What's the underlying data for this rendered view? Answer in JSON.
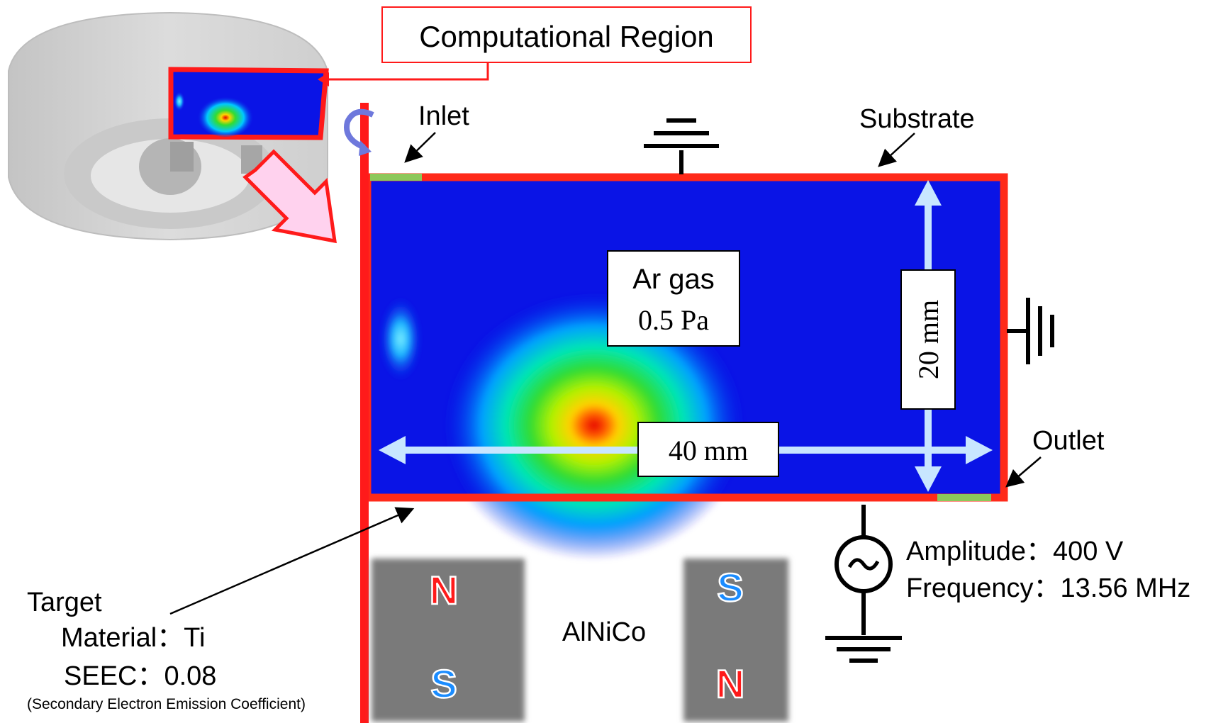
{
  "labels": {
    "computational_region": "Computational Region",
    "inlet": "Inlet",
    "substrate": "Substrate",
    "outlet": "Outlet",
    "gas": "Ar gas",
    "pressure": "0.5 Pa",
    "height_dim": "20 mm",
    "width_dim": "40 mm",
    "amplitude": "Amplitude：400 V",
    "frequency": "Frequency：13.56 MHz",
    "target_title": "Target",
    "target_material": "Material：Ti",
    "target_seec": "SEEC：0.08",
    "seec_full": "(Secondary Electron Emission Coefficient)",
    "magnet_material": "AlNiCo",
    "magnet_left_top": "N",
    "magnet_left_bottom": "S",
    "magnet_right_top": "S",
    "magnet_right_bottom": "N"
  },
  "colors": {
    "boundary": "#ff2a1a",
    "field_background": "#0a14e6",
    "inlet_outlet": "#8cc85a",
    "arrow": "#c8e6ff",
    "magnet": "#7a7a7a",
    "north": "#ff1a1a",
    "south": "#1a8cff"
  }
}
